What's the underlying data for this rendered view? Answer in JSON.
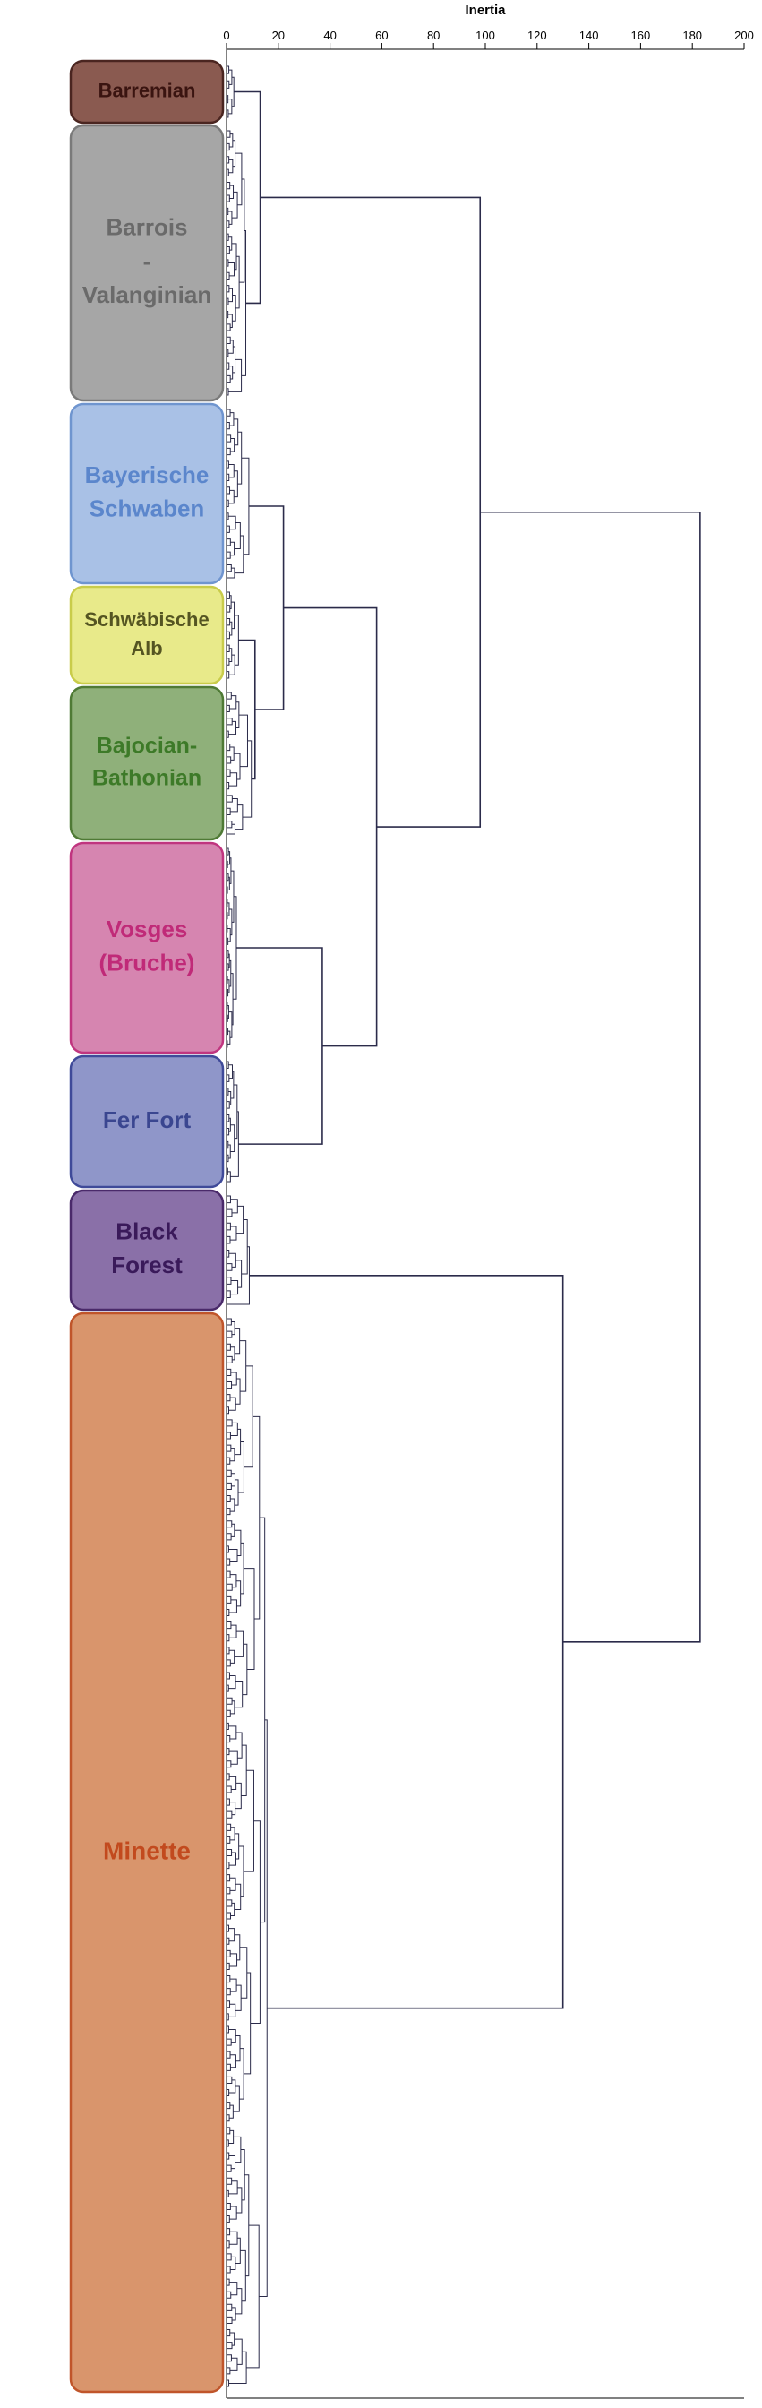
{
  "axis": {
    "title": "Inertia",
    "min": 0,
    "max": 200,
    "ticks": [
      "0",
      "20",
      "40",
      "60",
      "80",
      "100",
      "120",
      "140",
      "160",
      "180",
      "200"
    ]
  },
  "clusters": [
    {
      "id": "barremian",
      "label_lines": [
        "Barremian"
      ],
      "fill": "#8a5a50",
      "stroke": "#4a2520",
      "text": "#3a1410"
    },
    {
      "id": "barrois",
      "label_lines": [
        "Barrois",
        "-",
        "Valanginian"
      ],
      "fill": "#a6a6a6",
      "stroke": "#7a7a7a",
      "text": "#6a6a6a"
    },
    {
      "id": "bayerische",
      "label_lines": [
        "Bayerische",
        "Schwaben"
      ],
      "fill": "#a9c1e6",
      "stroke": "#6f95cf",
      "text": "#5b86cc"
    },
    {
      "id": "schwabische",
      "label_lines": [
        "Schwäbische",
        "Alb"
      ],
      "fill": "#e8ea8a",
      "stroke": "#c9cc4a",
      "text": "#555522"
    },
    {
      "id": "bajocian",
      "label_lines": [
        "Bajocian-",
        "Bathonian"
      ],
      "fill": "#8fb07a",
      "stroke": "#4f7a35",
      "text": "#3d7a28"
    },
    {
      "id": "vosges",
      "label_lines": [
        "Vosges",
        "(Bruche)"
      ],
      "fill": "#d685b0",
      "stroke": "#c0357f",
      "text": "#c02a78"
    },
    {
      "id": "ferfort",
      "label_lines": [
        "Fer Fort"
      ],
      "fill": "#8f96c9",
      "stroke": "#3f4a99",
      "text": "#3a4690"
    },
    {
      "id": "blackforest",
      "label_lines": [
        "Black",
        "Forest"
      ],
      "fill": "#8a70a8",
      "stroke": "#4a2a6a",
      "text": "#3a1a5a"
    },
    {
      "id": "minette",
      "label_lines": [
        "Minette"
      ],
      "fill": "#d9956c",
      "stroke": "#c0552a",
      "text": "#c24a1e"
    }
  ],
  "merges": [
    {
      "clusters": [
        "barremian",
        "barrois"
      ],
      "height": 13
    },
    {
      "clusters": [
        "schwabische",
        "bajocian"
      ],
      "height": 11
    },
    {
      "clusters": [
        "bayerische",
        "schwabische+bajocian"
      ],
      "height": 22
    },
    {
      "clusters": [
        "vosges",
        "ferfort"
      ],
      "height": 37
    },
    {
      "clusters": [
        "bayerische+schwabische+bajocian",
        "vosges+ferfort"
      ],
      "height": 58
    },
    {
      "clusters": [
        "barremian+barrois",
        "bayerische..ferfort"
      ],
      "height": 98
    },
    {
      "clusters": [
        "blackforest",
        "minette"
      ],
      "height": 130
    },
    {
      "clusters": [
        "barremian..ferfort",
        "blackforest+minette"
      ],
      "height": 183
    }
  ]
}
